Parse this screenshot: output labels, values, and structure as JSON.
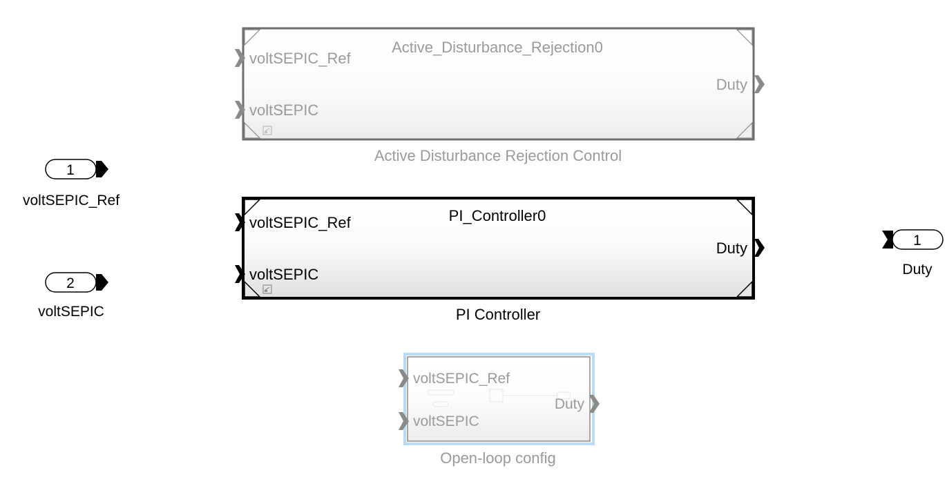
{
  "inports": [
    {
      "number": "1",
      "name": "voltSEPIC_Ref"
    },
    {
      "number": "2",
      "name": "voltSEPIC"
    }
  ],
  "outports": [
    {
      "number": "1",
      "name": "Duty"
    }
  ],
  "blocks": {
    "adrc": {
      "title": "Active_Disturbance_Rejection0",
      "caption": "Active Disturbance Rejection Control",
      "in_ports": [
        "voltSEPIC_Ref",
        "voltSEPIC"
      ],
      "out_ports": [
        "Duty"
      ]
    },
    "pi": {
      "title": "PI_Controller0",
      "caption": "PI Controller",
      "in_ports": [
        "voltSEPIC_Ref",
        "voltSEPIC"
      ],
      "out_ports": [
        "Duty"
      ]
    },
    "openloop": {
      "caption": "Open-loop config",
      "in_ports": [
        "voltSEPIC_Ref",
        "voltSEPIC"
      ],
      "out_ports": [
        "Duty"
      ]
    }
  },
  "colors": {
    "active": "#000000",
    "inactive": "#9a9a9a",
    "inactive_border": "#6e6e6e",
    "selection": "#b9dcf6",
    "fill_top": "#ffffff",
    "fill_bottom": "#e2e2e2"
  }
}
